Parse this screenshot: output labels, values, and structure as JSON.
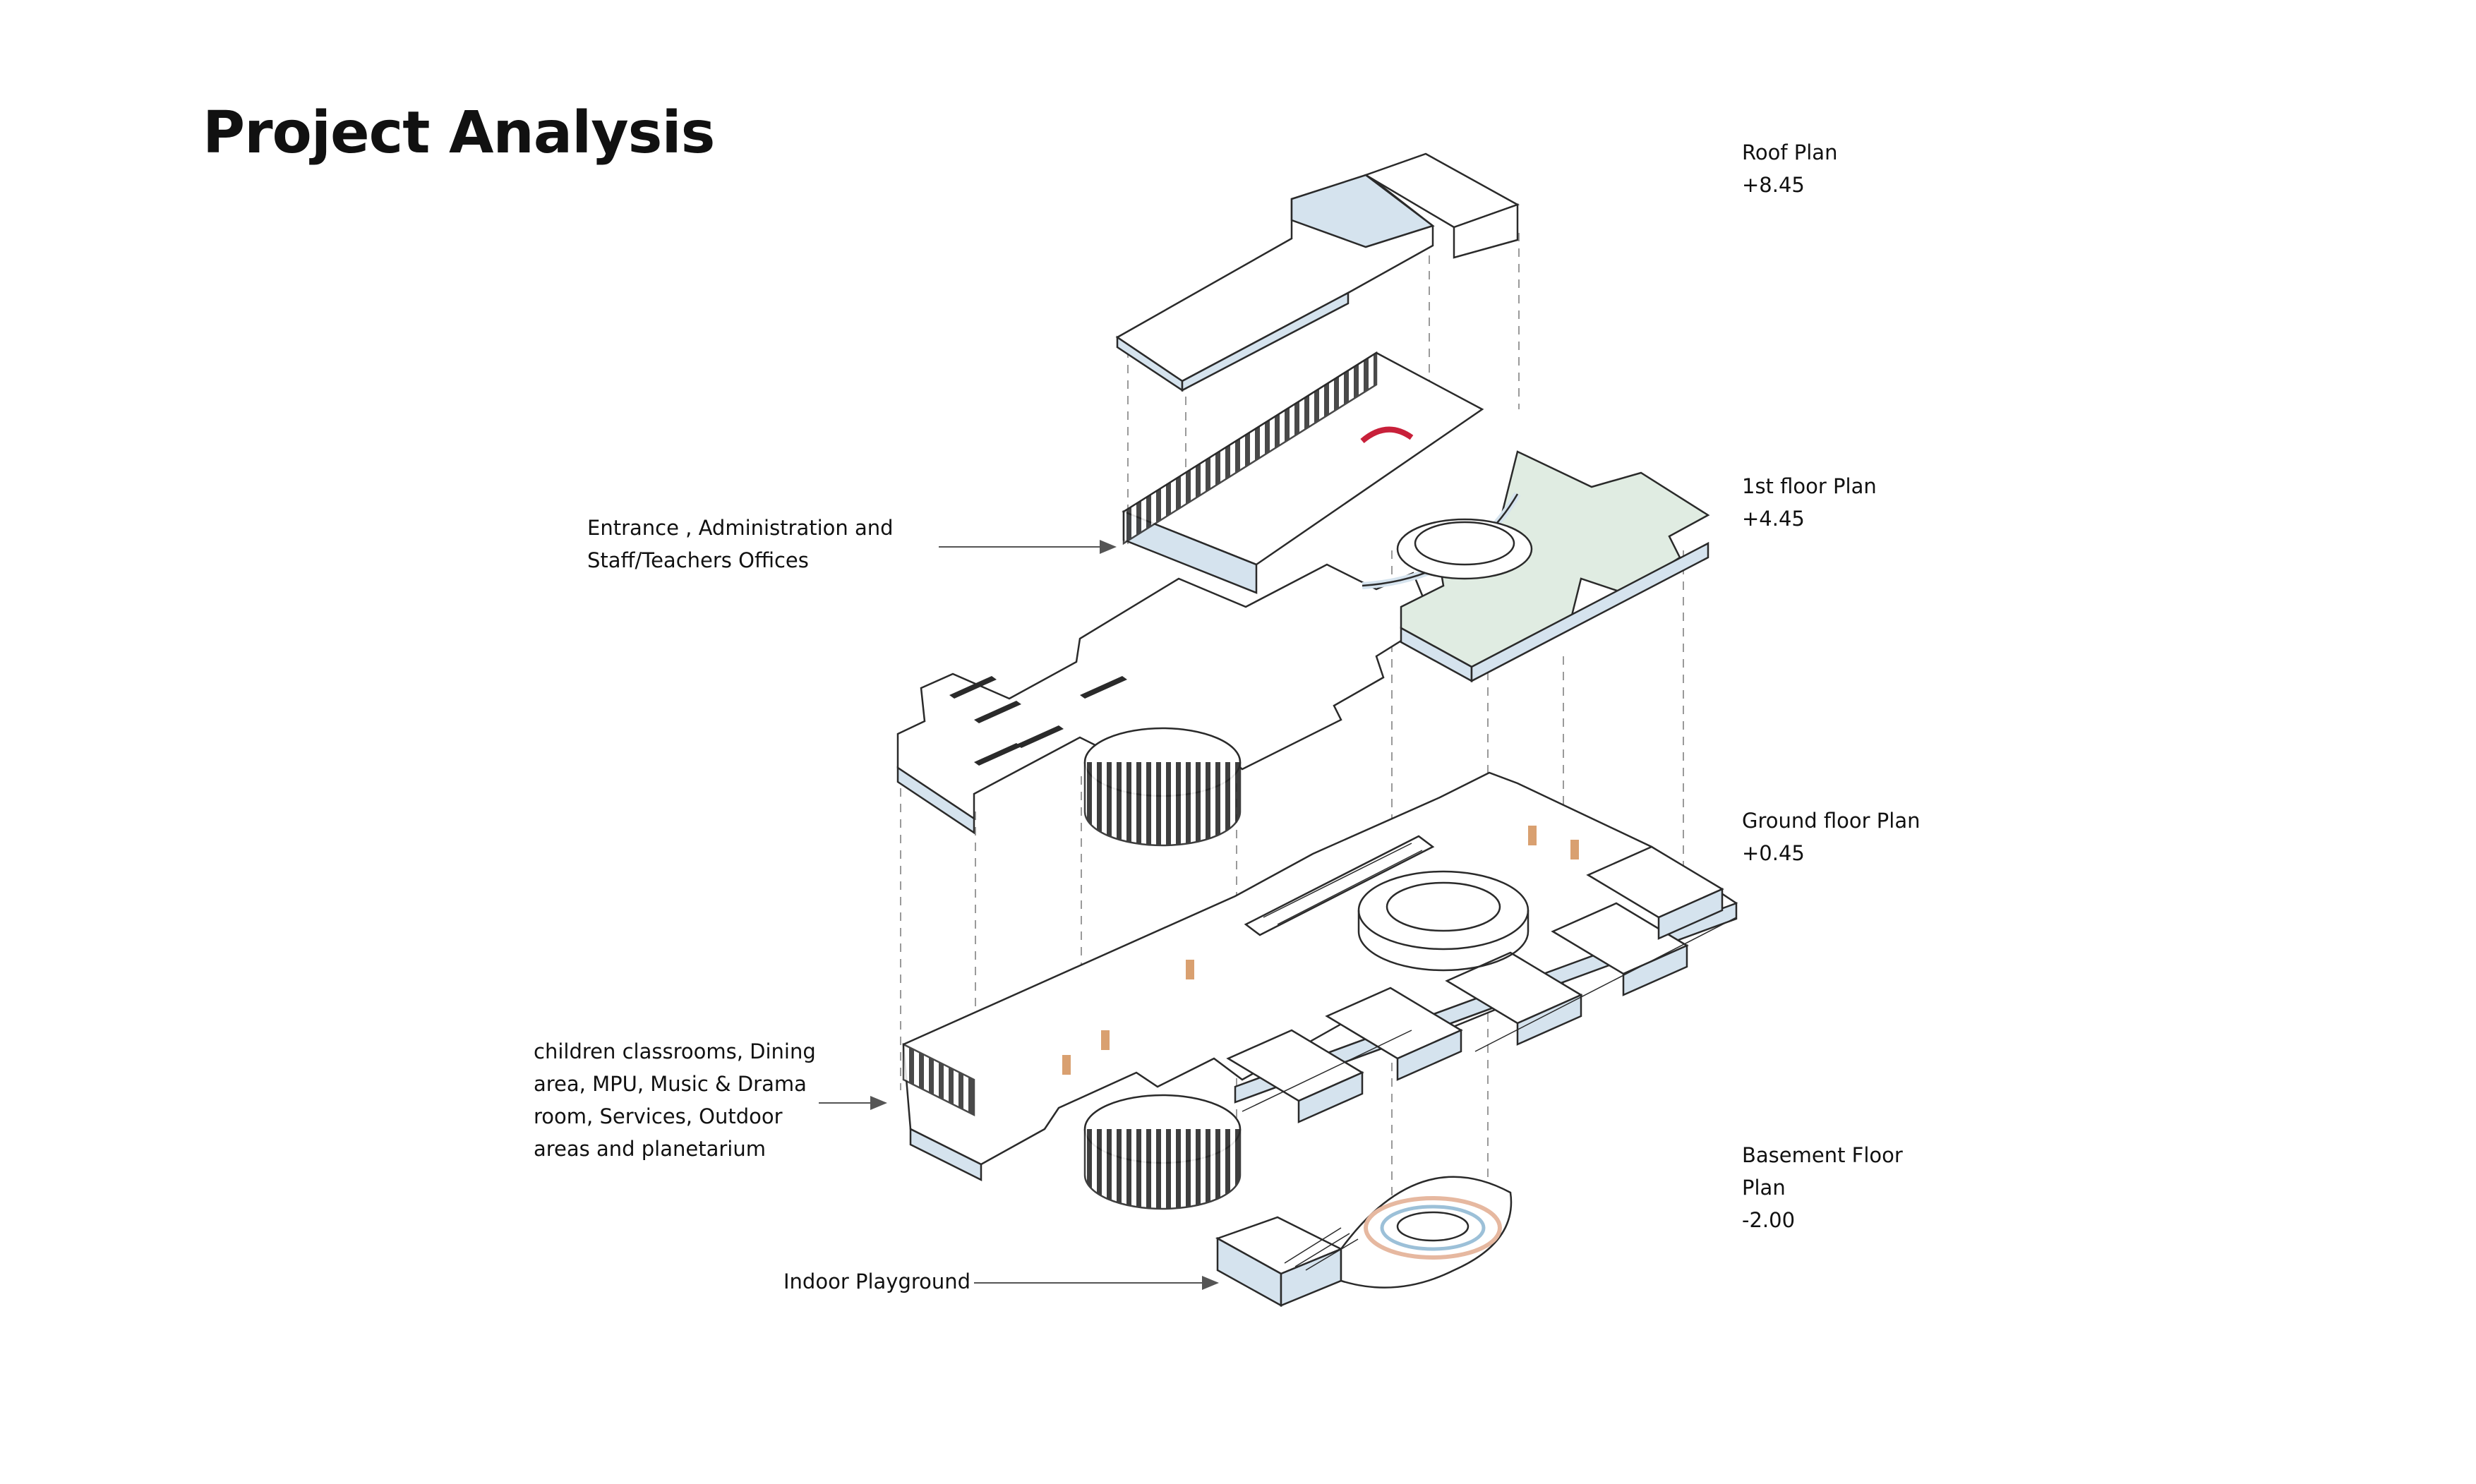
{
  "title": "Project Analysis",
  "levels": [
    {
      "name": "Roof Plan",
      "elevation": "+8.45"
    },
    {
      "name": "1st floor Plan",
      "elevation": "+4.45"
    },
    {
      "name": "Ground floor Plan",
      "elevation": "+0.45"
    },
    {
      "name": "Basement Floor",
      "name_line2": "Plan",
      "elevation": "-2.00"
    }
  ],
  "annotations": [
    {
      "line1": "Entrance , Administration and",
      "line2": "Staff/Teachers Offices"
    },
    {
      "line1": "children classrooms, Dining",
      "line2": "area, MPU, Music & Drama",
      "line3": "room, Services, Outdoor",
      "line4": "areas and planetarium"
    },
    {
      "line1": "Indoor Playground"
    }
  ],
  "colors": {
    "wall_fill": "#d5e3ee",
    "floor_fill": "#ffffff",
    "terrace_fill": "#e0ece2",
    "line": "#2a2a2a",
    "dashed": "#9a9a9a",
    "accent_red": "#c8203a",
    "wood": "#d9a070"
  }
}
